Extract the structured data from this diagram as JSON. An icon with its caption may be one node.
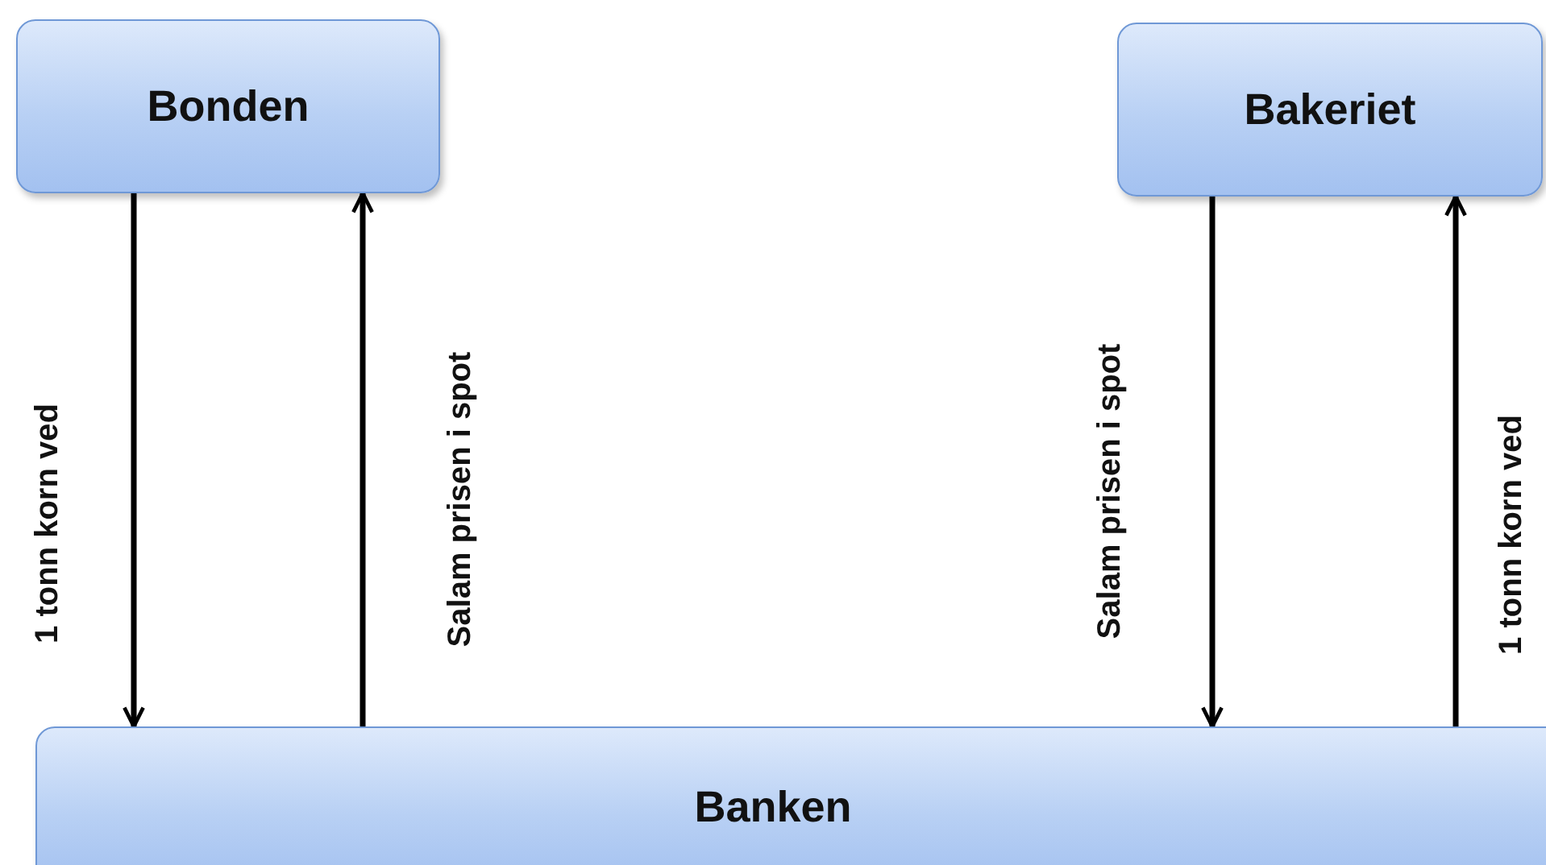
{
  "diagram": {
    "nodes": [
      {
        "text": [
          "Bonden"
        ]
      },
      {
        "text": [
          "Bakeriet"
        ]
      },
      {
        "text": [
          "Banken"
        ]
      }
    ],
    "edges": [
      {
        "from": 0,
        "to": 2,
        "arrow": "to",
        "label": "1 tonn korn ved"
      },
      {
        "from": 2,
        "to": 0,
        "arrow": "to",
        "label": "Salam prisen i spot"
      },
      {
        "from": 1,
        "to": 2,
        "arrow": "to",
        "label": "Salam prisen i spot"
      },
      {
        "from": 2,
        "to": 1,
        "arrow": "to",
        "label": "1 tonn korn ved"
      }
    ]
  }
}
